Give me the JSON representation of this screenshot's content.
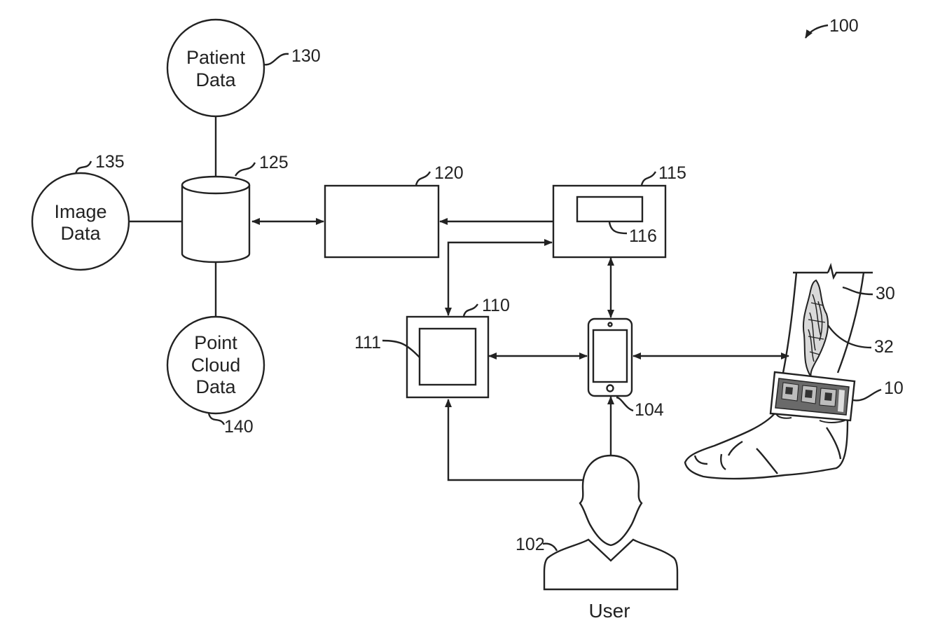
{
  "figure": {
    "reference": "100",
    "nodes": {
      "patient_data": {
        "label_lines": [
          "Patient",
          "Data"
        ],
        "ref": "130"
      },
      "image_data": {
        "label_lines": [
          "Image",
          "Data"
        ],
        "ref": "135"
      },
      "point_cloud_data": {
        "label_lines": [
          "Point",
          "Cloud",
          "Data"
        ],
        "ref": "140"
      },
      "database": {
        "ref": "125"
      },
      "server": {
        "ref": "120"
      },
      "processor": {
        "ref": "115"
      },
      "processor_inner": {
        "ref": "116"
      },
      "display_device": {
        "ref": "110"
      },
      "display_screen": {
        "ref": "111"
      },
      "mobile_device": {
        "ref": "104"
      },
      "user": {
        "label": "User",
        "ref": "102"
      },
      "leg": {
        "ref": "30"
      },
      "wound": {
        "ref": "32"
      },
      "marker_band": {
        "ref": "10"
      }
    }
  }
}
